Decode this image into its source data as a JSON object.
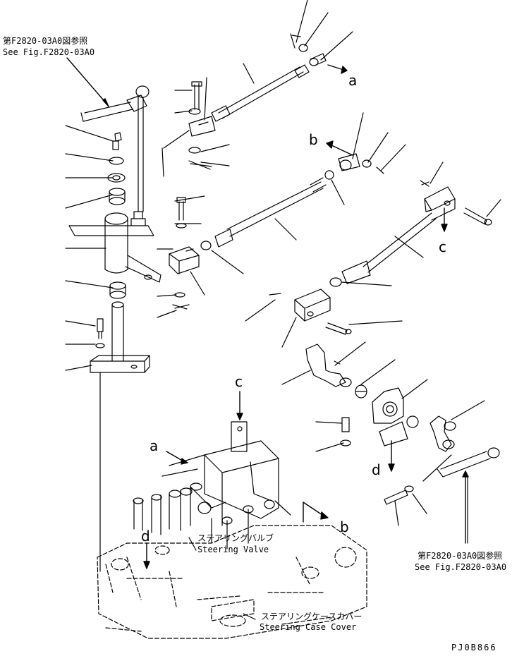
{
  "refs": {
    "top_left_jp": "第F2820-03A0図参照",
    "top_left_en": "See Fig.F2820-03A0",
    "bottom_right_jp": "第F2820-03A0図参照",
    "bottom_right_en": "See Fig.F2820-03A0"
  },
  "callouts": {
    "steering_valve_jp": "ステアリングバルブ",
    "steering_valve_en": "Steering Valve",
    "case_cover_jp": "ステアリングケースカバー",
    "case_cover_en": "Steering Case Cover"
  },
  "letters": {
    "a_top": "a",
    "b_mid": "b",
    "c_right": "c",
    "c_lower": "c",
    "a_lower": "a",
    "d_right": "d",
    "d_lower": "d",
    "b_lower": "b"
  },
  "figure_id": "PJ0B866"
}
